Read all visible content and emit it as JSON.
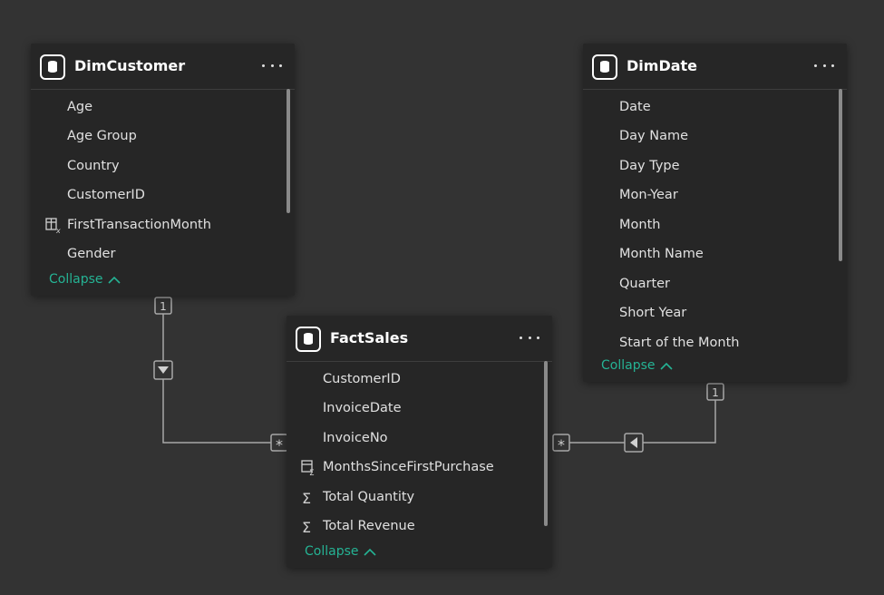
{
  "colors": {
    "canvas": "#333333",
    "card": "#262626",
    "accent": "#25b394",
    "connector": "#a8a8a8"
  },
  "tables": {
    "dim_customer": {
      "title": "DimCustomer",
      "fields": [
        "Age",
        "Age Group",
        "Country",
        "CustomerID",
        "FirstTransactionMonth",
        "Gender"
      ],
      "field_icons": [
        "",
        "",
        "",
        "",
        "calculated-column-icon",
        ""
      ],
      "collapse_label": "Collapse"
    },
    "dim_date": {
      "title": "DimDate",
      "fields": [
        "Date",
        "Day Name",
        "Day Type",
        "Mon-Year",
        "Month",
        "Month Name",
        "Quarter",
        "Short Year",
        "Start of the Month"
      ],
      "collapse_label": "Collapse"
    },
    "fact_sales": {
      "title": "FactSales",
      "fields": [
        "CustomerID",
        "InvoiceDate",
        "InvoiceNo",
        "MonthsSinceFirstPurchase",
        "Total Quantity",
        "Total Revenue"
      ],
      "field_icons": [
        "",
        "",
        "",
        "calculated-measure-icon",
        "sigma-icon",
        "sigma-icon"
      ],
      "collapse_label": "Collapse"
    }
  },
  "relationships": {
    "customer_sales": {
      "one_label": "1",
      "many_label": "*",
      "filter_direction": "down-arrow-icon"
    },
    "date_sales": {
      "one_label": "1",
      "many_label": "*",
      "filter_direction": "left-arrow-icon"
    }
  }
}
